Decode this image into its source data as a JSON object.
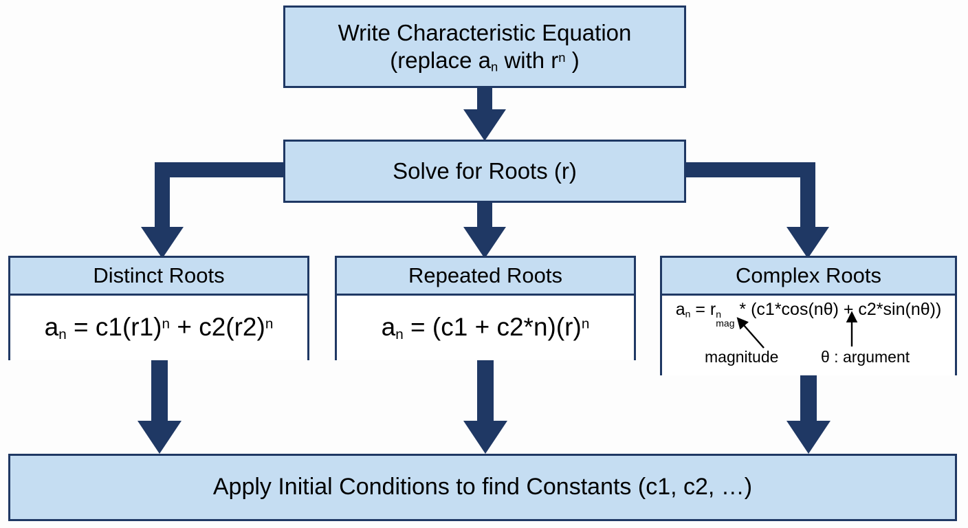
{
  "diagram": {
    "title": "Solving Linear Homogeneous Recurrence Relations Flowchart",
    "colors": {
      "box_fill": "#c5ddf2",
      "box_border": "#1f3864",
      "body_fill": "#ffffff",
      "arrow": "#1f3864",
      "background": "#fdfdfd"
    },
    "nodes": {
      "characteristic": {
        "line1": "Write Characteristic Equation",
        "line2_pre": "(replace a",
        "line2_sub": "n",
        "line2_mid": " with r",
        "line2_sup": "n",
        "line2_post": " )"
      },
      "solve": {
        "label": "Solve for Roots (r)"
      },
      "distinct": {
        "header": "Distinct Roots",
        "formula_a": "a",
        "formula_sub": "n",
        "formula_rest": " = c1(r1)",
        "formula_sup1": "n",
        "formula_mid": " + c2(r2)",
        "formula_sup2": "n"
      },
      "repeated": {
        "header": "Repeated Roots",
        "formula_a": "a",
        "formula_sub": "n",
        "formula_rest": " = (c1 + c2*n)(r)",
        "formula_sup": "n"
      },
      "complex": {
        "header": "Complex Roots",
        "formula_a": "a",
        "formula_sub": "n",
        "formula_eq": " = r",
        "formula_stack_sup": "n",
        "formula_stack_sub": "mag",
        "formula_rest": " * (c1*cos(nθ) + c2*sin(nθ))",
        "annotation_magnitude": "magnitude",
        "annotation_argument": "θ : argument"
      },
      "apply": {
        "label": "Apply Initial Conditions to find Constants (c1, c2, …)"
      }
    },
    "edges": [
      {
        "name": "characteristic-to-solve",
        "from": "characteristic",
        "to": "solve"
      },
      {
        "name": "solve-to-distinct",
        "from": "solve",
        "to": "distinct"
      },
      {
        "name": "solve-to-repeated",
        "from": "solve",
        "to": "repeated"
      },
      {
        "name": "solve-to-complex",
        "from": "solve",
        "to": "complex"
      },
      {
        "name": "distinct-to-apply",
        "from": "distinct",
        "to": "apply"
      },
      {
        "name": "repeated-to-apply",
        "from": "repeated",
        "to": "apply"
      },
      {
        "name": "complex-to-apply",
        "from": "complex",
        "to": "apply"
      }
    ]
  }
}
